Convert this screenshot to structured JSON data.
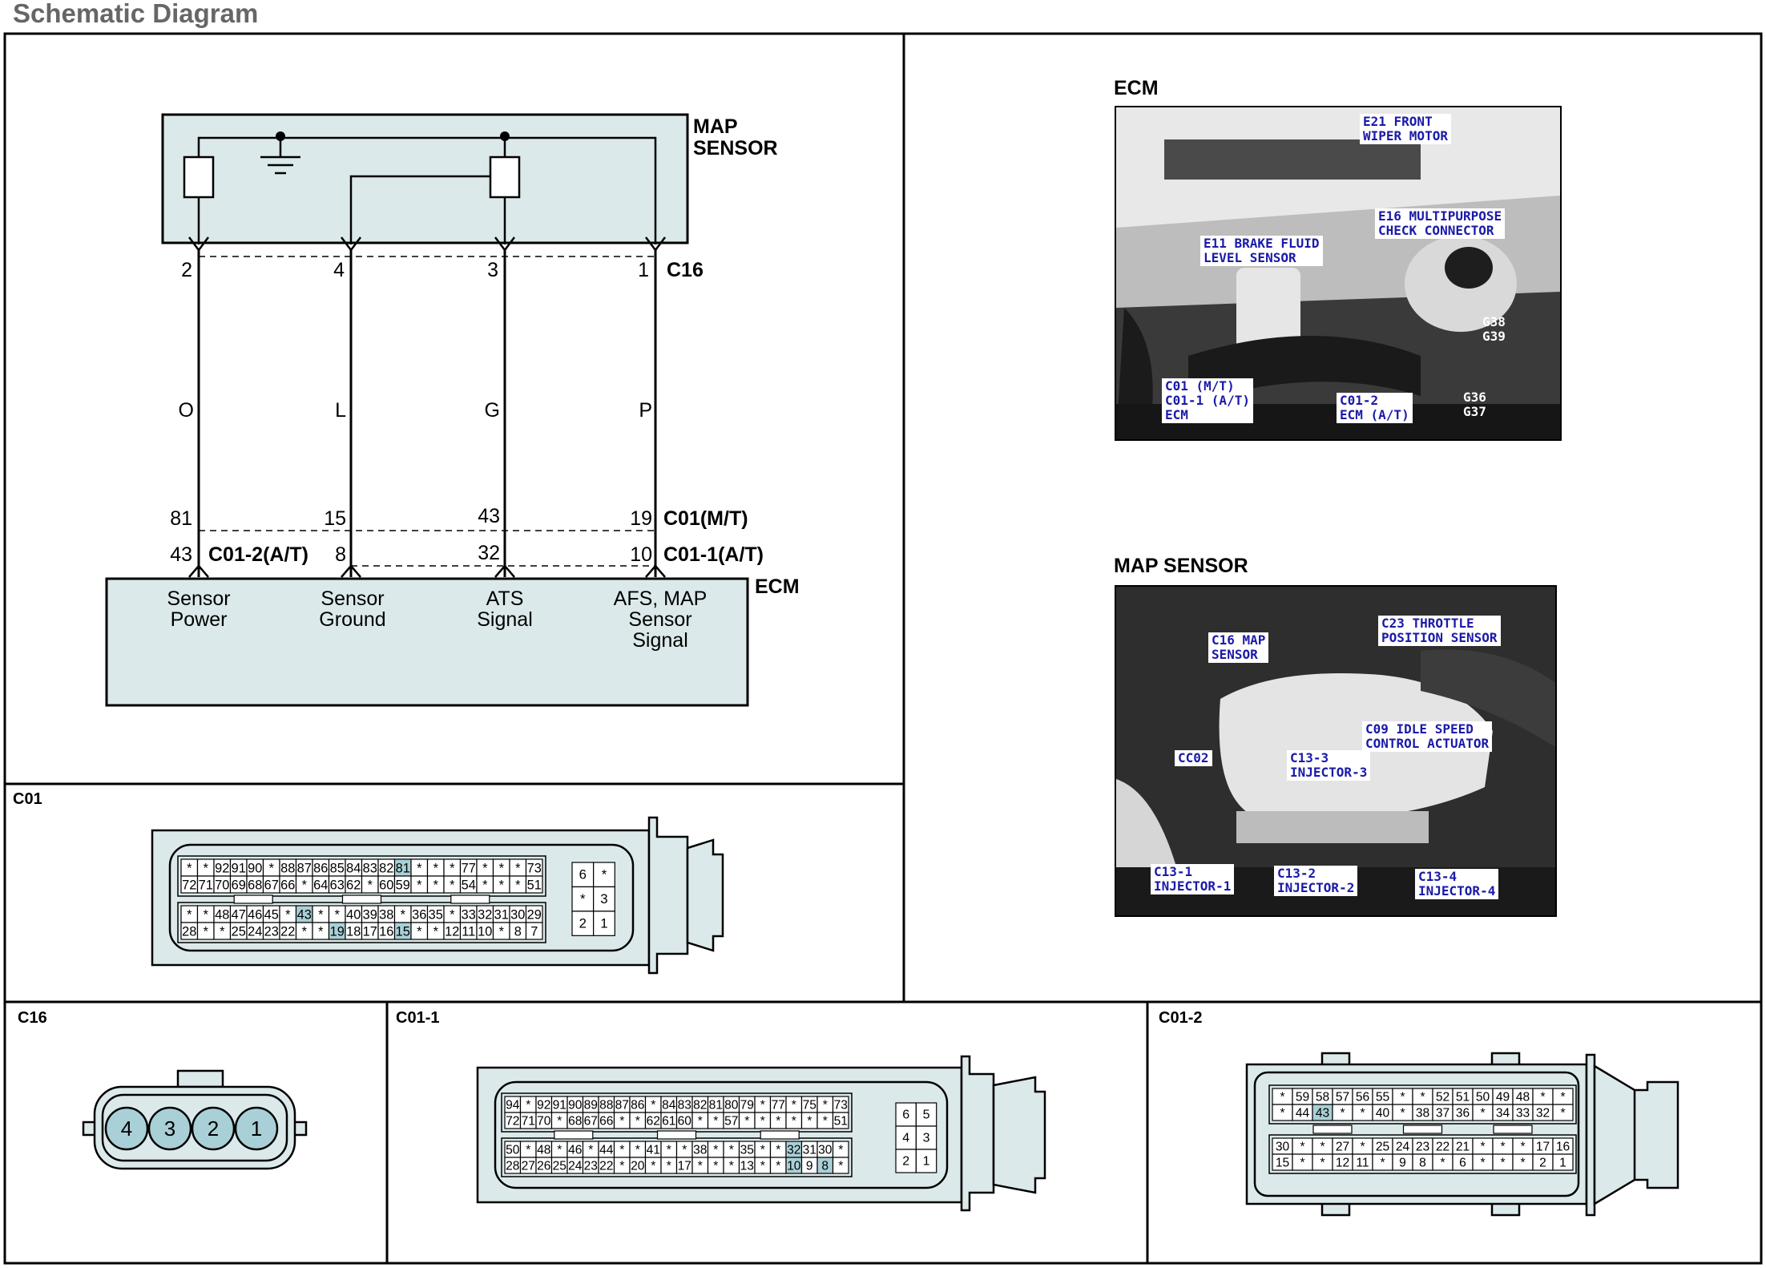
{
  "page_title": "Schematic Diagram",
  "schematic": {
    "sensor_title": [
      "MAP",
      "SENSOR"
    ],
    "ecm_title": "ECM",
    "connector_top": "C16",
    "pins_top": [
      "2",
      "4",
      "3",
      "1"
    ],
    "wire_colors": [
      "O",
      "L",
      "G",
      "P"
    ],
    "pins_mt": [
      "81",
      "15",
      "43",
      "19"
    ],
    "pins_at": [
      "43",
      "8",
      "32",
      "10"
    ],
    "connector_mt": "C01(M/T)",
    "connector_at_left": "C01-2(A/T)",
    "connector_at_right": "C01-1(A/T)",
    "ecm_labels": [
      [
        "Sensor",
        "Power"
      ],
      [
        "Sensor",
        "Ground"
      ],
      [
        "ATS",
        "Signal"
      ],
      [
        "AFS, MAP",
        "Sensor",
        "Signal"
      ]
    ]
  },
  "photos": {
    "ecm": {
      "title": "ECM",
      "callouts": [
        "E21 FRONT\nWIPER MOTOR",
        "E16 MULTIPURPOSE\nCHECK CONNECTOR",
        "E11 BRAKE FLUID\nLEVEL SENSOR",
        "G38\nG39",
        "C01 (M/T)\nC01-1 (A/T)\nECM",
        "C01-2\nECM (A/T)",
        "G36\nG37"
      ]
    },
    "map": {
      "title": "MAP SENSOR",
      "callouts": [
        "C16 MAP\nSENSOR",
        "C23 THROTTLE\nPOSITION SENSOR",
        "C09 IDLE SPEED\nCONTROL ACTUATOR",
        "CC02",
        "C13-3\nINJECTOR-3",
        "C13-1\nINJECTOR-1",
        "C13-2\nINJECTOR-2",
        "C13-4\nINJECTOR-4"
      ]
    }
  },
  "connectors": {
    "c01": {
      "label": "C01",
      "row1": [
        "*",
        "*",
        "92",
        "91",
        "90",
        "*",
        "88",
        "87",
        "86",
        "85",
        "84",
        "83",
        "82",
        "81",
        "*",
        "*",
        "*",
        "77",
        "*",
        "*",
        "*",
        "73"
      ],
      "row2": [
        "72",
        "71",
        "70",
        "69",
        "68",
        "67",
        "66",
        "*",
        "64",
        "63",
        "62",
        "*",
        "60",
        "59",
        "*",
        "*",
        "*",
        "54",
        "*",
        "*",
        "*",
        "51"
      ],
      "row3": [
        "*",
        "*",
        "48",
        "47",
        "46",
        "45",
        "*",
        "43",
        "*",
        "*",
        "40",
        "39",
        "38",
        "*",
        "36",
        "35",
        "*",
        "33",
        "32",
        "31",
        "30",
        "29"
      ],
      "row4": [
        "28",
        "*",
        "*",
        "25",
        "24",
        "23",
        "22",
        "*",
        "*",
        "19",
        "18",
        "17",
        "16",
        "15",
        "*",
        "*",
        "12",
        "11",
        "10",
        "*",
        "8",
        "7"
      ],
      "side": [
        "6",
        "*",
        "*",
        "3",
        "2",
        "1"
      ],
      "highlight": [
        "81",
        "43",
        "19",
        "15"
      ]
    },
    "c16": {
      "label": "C16",
      "pins": [
        "4",
        "3",
        "2",
        "1"
      ]
    },
    "c011": {
      "label": "C01-1",
      "row1": [
        "94",
        "*",
        "92",
        "91",
        "90",
        "89",
        "88",
        "87",
        "86",
        "*",
        "84",
        "83",
        "82",
        "81",
        "80",
        "79",
        "*",
        "77",
        "*",
        "75",
        "*",
        "73"
      ],
      "row2": [
        "72",
        "71",
        "70",
        "*",
        "68",
        "67",
        "66",
        "*",
        "*",
        "62",
        "61",
        "60",
        "*",
        "*",
        "57",
        "*",
        "*",
        "*",
        "*",
        "*",
        "*",
        "51"
      ],
      "row3": [
        "50",
        "*",
        "48",
        "*",
        "46",
        "*",
        "44",
        "*",
        "*",
        "41",
        "*",
        "*",
        "38",
        "*",
        "*",
        "35",
        "*",
        "*",
        "32",
        "31",
        "30",
        "*"
      ],
      "row4": [
        "28",
        "27",
        "26",
        "25",
        "24",
        "23",
        "22",
        "*",
        "20",
        "*",
        "*",
        "17",
        "*",
        "*",
        "*",
        "13",
        "*",
        "*",
        "10",
        "9",
        "8",
        "*"
      ],
      "side": [
        "6",
        "5",
        "4",
        "3",
        "2",
        "1"
      ],
      "highlight": [
        "32",
        "10",
        "8"
      ]
    },
    "c012": {
      "label": "C01-2",
      "row1": [
        "*",
        "59",
        "58",
        "57",
        "56",
        "55",
        "*",
        "*",
        "52",
        "51",
        "50",
        "49",
        "48",
        "*",
        "*"
      ],
      "row2": [
        "*",
        "44",
        "43",
        "*",
        "*",
        "40",
        "*",
        "38",
        "37",
        "36",
        "*",
        "34",
        "33",
        "32",
        "*"
      ],
      "row3": [
        "30",
        "*",
        "*",
        "27",
        "*",
        "25",
        "24",
        "23",
        "22",
        "21",
        "*",
        "*",
        "*",
        "17",
        "16"
      ],
      "row4": [
        "15",
        "*",
        "*",
        "12",
        "11",
        "*",
        "9",
        "8",
        "*",
        "6",
        "*",
        "*",
        "*",
        "2",
        "1"
      ],
      "highlight": [
        "43"
      ]
    }
  },
  "colors": {
    "panel_fill": "#dce9ea",
    "highlight": "#a9d0d6",
    "callout_text": "#1a1aa8"
  }
}
